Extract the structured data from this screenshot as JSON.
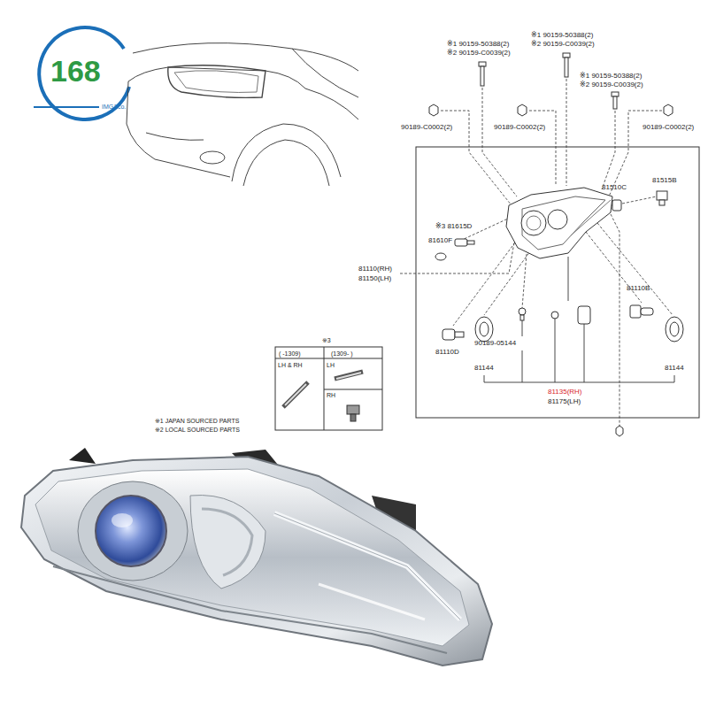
{
  "diagram": {
    "labels": [
      "168",
      "IMG&co.",
      "※1 90159-50388(2)",
      "※2 90159-C0039(2)",
      "※1 90159-50388(2)",
      "※2 90159-C0039(2)",
      "※1 90159-50388(2)",
      "※2 90159-C0039(2)",
      "90189-C0002(2)",
      "90189-C0002(2)",
      "90189-C0002(2)",
      "81515B",
      "81510C",
      "※3 81615D",
      "81610F",
      "81110(RH)",
      "81150(LH)",
      "81110B",
      "90189-05144",
      "81110D",
      "81144",
      "81144",
      "81135(RH)",
      "81175(LH)",
      "※3",
      "( -1309)",
      "(1309- )",
      "LH & RH",
      "LH",
      "RH",
      "※1 JAPAN SOURCED PARTS",
      "※2 LOCAL SOURCED PARTS"
    ]
  }
}
